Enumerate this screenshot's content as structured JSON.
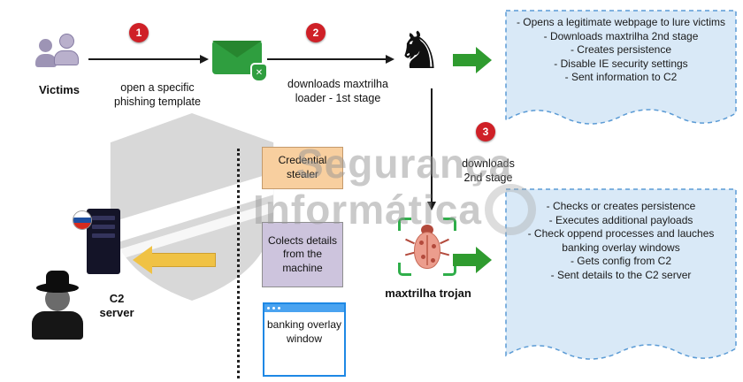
{
  "victims": {
    "label": "Victims"
  },
  "step1": {
    "num": "1",
    "caption": "open a specific\nphishing template"
  },
  "step2": {
    "num": "2",
    "caption": "downloads maxtrilha\nloader - 1st stage"
  },
  "step3": {
    "num": "3",
    "caption": "downloads\n2nd stage"
  },
  "trojan": {
    "label": "maxtrilha trojan"
  },
  "c2": {
    "label": "C2\nserver"
  },
  "middle": {
    "credential": "Credential stealer",
    "collect": "Colects details from the machine",
    "banking": "banking overlay window"
  },
  "stage1": {
    "items": [
      "- Opens a legitimate webpage to lure victims",
      "- Downloads maxtrilha 2nd stage",
      "- Creates persistence",
      "- Disable IE security settings",
      "- Sent information to C2"
    ]
  },
  "stage2": {
    "items": [
      "- Checks or creates persistence",
      "- Executes additional payloads",
      "- Check oppend processes and lauches banking overlay windows",
      "- Gets config from C2",
      "- Sent details to the C2 server"
    ]
  },
  "watermark": {
    "line1": "Segurança",
    "line2": "Informática"
  },
  "glyphs": {
    "horse": "♞",
    "shield_x": "✕"
  },
  "colors": {
    "badge-red": "#cf2027",
    "arrow-green": "#2f9b2f",
    "arrow-yellow": "#f0c244",
    "stage-bg": "#d9e9f7",
    "stage-border": "#5b9bd5",
    "credential-bg": "#f8cf9f",
    "credential-border": "#c49a6c",
    "collect-bg": "#cdc4dd",
    "collect-border": "#8f8f8f",
    "window-blue": "#1e88e5",
    "envelope-green": "#2f9e3f"
  }
}
